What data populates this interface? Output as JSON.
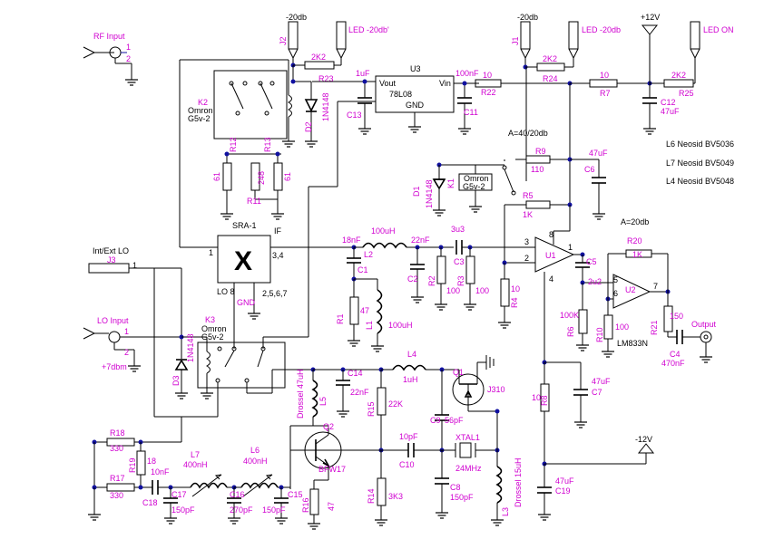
{
  "labels": {
    "rf_input": "RF Input",
    "int_ext_lo": "Int/Ext LO",
    "lo_input": "LO Input",
    "plus7dbm": "+7dbm",
    "j3": "J3",
    "j3_pin": "1",
    "rf_pin1": "1",
    "rf_pin2": "2",
    "lo_pin1": "1",
    "lo_pin2": "2",
    "j2": "J2",
    "j2_level": "-20db",
    "led_20db_prime": "LED -20db'",
    "r23_val": "2K2",
    "r23": "R23",
    "d2": "D2",
    "d2_type": "1N4148",
    "k2": "K2",
    "k2_brand": "Omron",
    "k2_type": "G5v-2",
    "r12": "R12",
    "r13": "R13",
    "r12_val": "61",
    "r13_val": "61",
    "r11": "R11",
    "r11_val": "248",
    "c13_val": "1uF",
    "c13": "C13",
    "u3": "U3",
    "u3_type": "78L08",
    "vout": "Vout",
    "vin": "Vin",
    "gnd_u3": "GND",
    "c11_val": "100nF",
    "c11": "C11",
    "r22_val": "10",
    "r22": "R22",
    "j1": "J1",
    "j1_level": "-20db",
    "led_20db": "LED -20db",
    "r24_val": "2K2",
    "r24": "R24",
    "r7_val": "10",
    "r7": "R7",
    "plus12v": "+12V",
    "led_on": "LED ON",
    "r25_val": "2K2",
    "r25": "R25",
    "c12": "C12",
    "c12_val": "47uF",
    "a_40_20": "A=40/20db",
    "r9": "R9",
    "r9_val": "110",
    "r5": "R5",
    "r5_val": "1K",
    "d1": "D1",
    "d1_type": "1N4148",
    "k1": "K1",
    "k1_brand": "Omron",
    "k1_type": "G5v-2",
    "c6_val": "47uF",
    "c6": "C6",
    "l6_note": "L6 Neosid BV5036",
    "l7_note": "L7 Neosid BV5049",
    "l4_note": "L4 Neosid BV5048",
    "sra1": "SRA-1",
    "mixer_x": "X",
    "pin1": "1",
    "if": "IF",
    "pin34": "3,4",
    "lo8": "LO 8",
    "gnd_pins": "2,5,6,7",
    "gnd": "GND",
    "c1_val": "18nF",
    "c1": "C1",
    "l2": "L2",
    "l2_val": "100uH",
    "c2_val": "22nF",
    "c2": "C2",
    "r2": "R2",
    "r2_val": "100",
    "c3_val": "3u3",
    "c3": "C3",
    "r3": "R3",
    "r3_val": "100",
    "r4": "R4",
    "r4_val": "10",
    "r1": "R1",
    "r1_val": "47",
    "l1": "L1",
    "l1_val": "100uH",
    "u1": "U1",
    "u1_p1": "1",
    "u1_p2": "2",
    "u1_p3": "3",
    "u1_p4": "4",
    "u1_p8": "8",
    "c5": "C5",
    "a_20db": "A=20db",
    "r20": "R20",
    "r20_val": "1K",
    "c2u2": "2u2",
    "u2": "U2",
    "u2_p5": "5",
    "u2_p6": "6",
    "u2_p7": "7",
    "r6": "R6",
    "r6_val": "100K",
    "r10": "R10",
    "r10_val": "100",
    "lm833": "LM833N",
    "r21": "R21",
    "r21_val": "150",
    "c4": "C4",
    "c4_val": "470nF",
    "output": "Output",
    "k3": "K3",
    "k3_brand": "Omron",
    "k3_type": "G5v-2",
    "d3": "D3",
    "d3_type": "1N4148",
    "l5": "L5",
    "drossel_47": "Drossel 47uH",
    "c14": "C14",
    "c14_val": "22nF",
    "r15": "R15",
    "r15_val": "22K",
    "l4": "L4",
    "l4_val": "1uH",
    "q1": "Q1",
    "j310": "J310",
    "q2": "Q2",
    "bfw17": "BFW17",
    "c9": "C9",
    "c9_val": "56pF",
    "c10_val": "10pF",
    "c10": "C10",
    "xtal1": "XTAL1",
    "xtal_val": "24MHz",
    "c8": "C8",
    "c8_val": "150pF",
    "l3": "L3",
    "drossel_15": "Drossel 15uH",
    "r14": "R14",
    "r14_val": "3K3",
    "r16": "R16",
    "r16_val": "47",
    "c15": "C15",
    "c15_val": "150pF",
    "c16": "C16",
    "c16_val": "270pF",
    "c17": "C17",
    "c17_val": "150pF",
    "c18": "C18",
    "c18_val": "10nF",
    "l7": "L7",
    "l7_val": "400nH",
    "l6": "L6",
    "l6_val": "400nH",
    "r18": "R18",
    "r18_val": "330",
    "r19": "R19",
    "r19_val": "18",
    "r17": "R17",
    "r17_val": "330",
    "r8": "R8",
    "r8_val": "10",
    "c7": "C7",
    "c7_val": "47uF",
    "minus12v": "-12V",
    "c19": "C19",
    "c19_val": "47uF"
  },
  "colors": {
    "wire": "#000000",
    "label": "#d000d0",
    "junction": "#1010a0",
    "background": "#ffffff"
  }
}
